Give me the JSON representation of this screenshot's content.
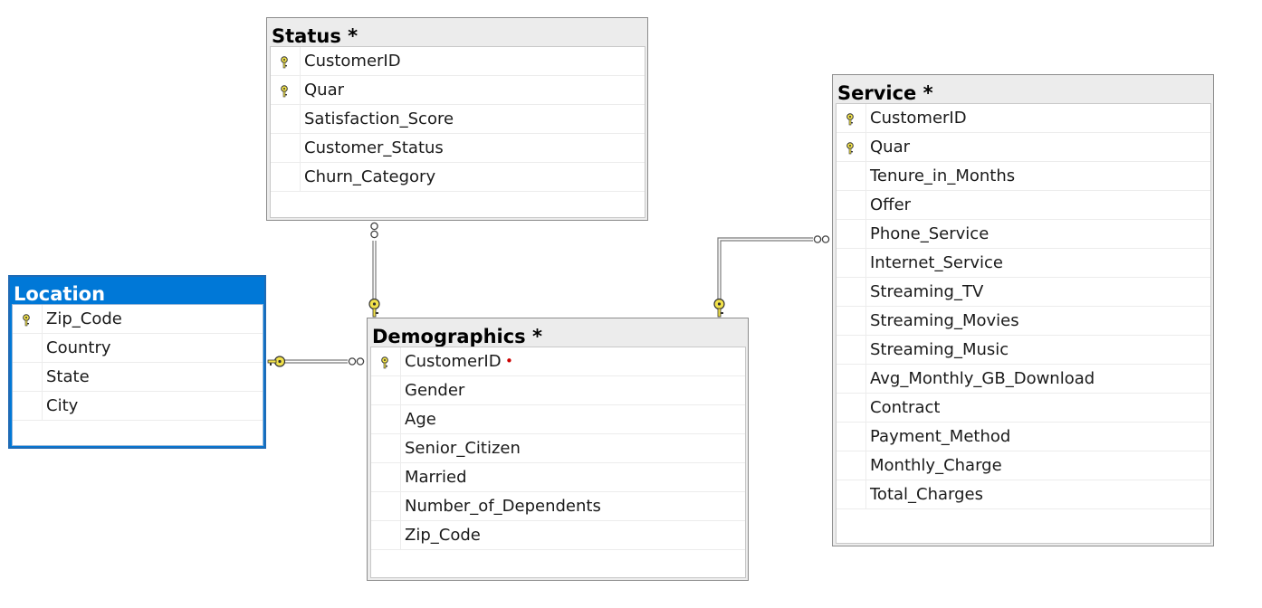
{
  "tables": {
    "status": {
      "title": "Status *",
      "columns": [
        {
          "name": "CustomerID",
          "key": true
        },
        {
          "name": "Quar",
          "key": true
        },
        {
          "name": "Satisfaction_Score",
          "key": false
        },
        {
          "name": "Customer_Status",
          "key": false
        },
        {
          "name": "Churn_Category",
          "key": false
        }
      ]
    },
    "service": {
      "title": "Service *",
      "columns": [
        {
          "name": "CustomerID",
          "key": true
        },
        {
          "name": "Quar",
          "key": true
        },
        {
          "name": "Tenure_in_Months",
          "key": false
        },
        {
          "name": "Offer",
          "key": false
        },
        {
          "name": "Phone_Service",
          "key": false
        },
        {
          "name": "Internet_Service",
          "key": false
        },
        {
          "name": "Streaming_TV",
          "key": false
        },
        {
          "name": "Streaming_Movies",
          "key": false
        },
        {
          "name": "Streaming_Music",
          "key": false
        },
        {
          "name": "Avg_Monthly_GB_Download",
          "key": false
        },
        {
          "name": "Contract",
          "key": false
        },
        {
          "name": "Payment_Method",
          "key": false
        },
        {
          "name": "Monthly_Charge",
          "key": false
        },
        {
          "name": "Total_Charges",
          "key": false
        }
      ]
    },
    "location": {
      "title": "Location",
      "columns": [
        {
          "name": "Zip_Code",
          "key": true
        },
        {
          "name": "Country",
          "key": false
        },
        {
          "name": "State",
          "key": false
        },
        {
          "name": "City",
          "key": false
        }
      ]
    },
    "demographics": {
      "title": "Demographics *",
      "columns": [
        {
          "name": "CustomerID",
          "key": true,
          "required": true
        },
        {
          "name": "Gender",
          "key": false
        },
        {
          "name": "Age",
          "key": false
        },
        {
          "name": "Senior_Citizen",
          "key": false
        },
        {
          "name": "Married",
          "key": false
        },
        {
          "name": "Number_of_Dependents",
          "key": false
        },
        {
          "name": "Zip_Code",
          "key": false
        }
      ]
    }
  },
  "colors": {
    "selected_header": "#0078d7",
    "key_icon": "#f2e24a",
    "connector": "#7a7a7a"
  },
  "icons": {
    "primary_key": "key-icon",
    "relationship_one": "key-icon",
    "relationship_many": "infinity-icon"
  }
}
